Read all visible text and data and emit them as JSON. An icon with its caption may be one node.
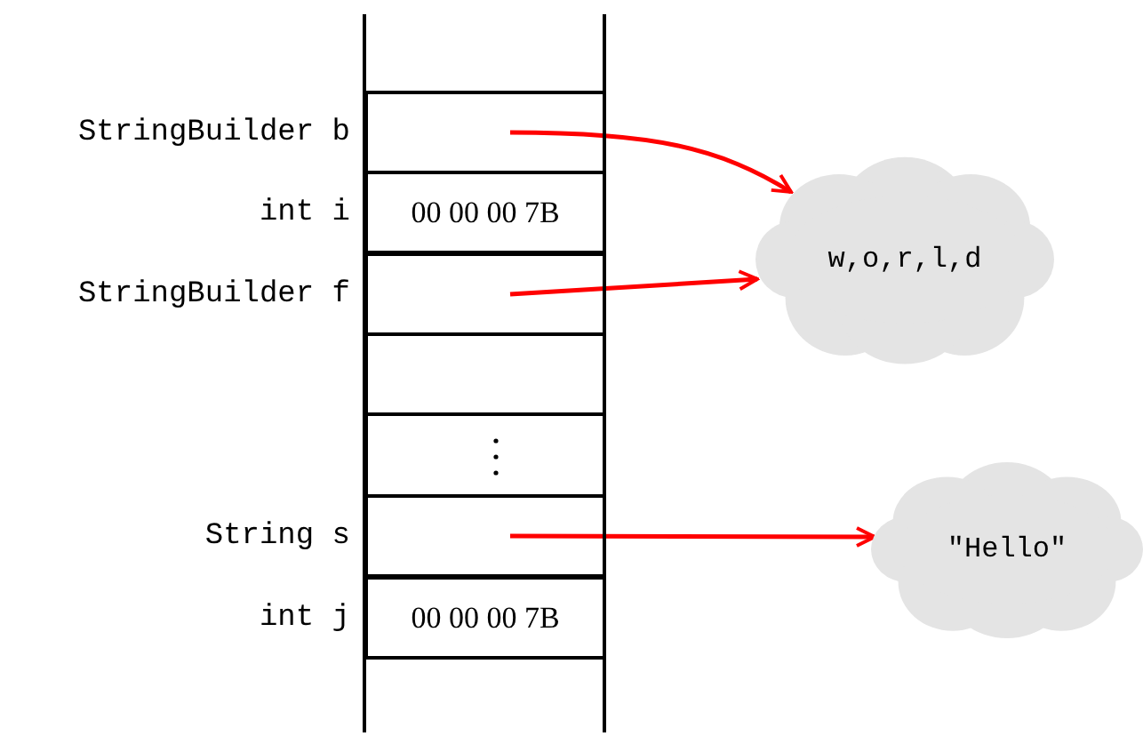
{
  "diagram": {
    "nodes": [
      {
        "text": [],
        "shape": "box",
        "beside": [
          "StringBuilder b"
        ]
      },
      {
        "text": [
          "00 00 00 7B"
        ],
        "beside": [
          "int i"
        ]
      },
      {
        "text": [],
        "shape": "box",
        "beside": [
          "StringBuilder f"
        ]
      },
      {
        "text": [],
        "shape": "box"
      },
      {
        "text": [],
        "shape": "box"
      },
      {
        "text": [],
        "shape": "box",
        "beside": [
          "String s"
        ]
      },
      {
        "text": [
          "00 00 00 7B"
        ],
        "beside": [
          "int j"
        ]
      },
      {
        "text": [
          "w,o,r,l,d"
        ]
      },
      {
        "text": [
          "\"Hello\""
        ]
      }
    ],
    "edges": [
      {
        "from": 0,
        "to": 7,
        "arrow": "to",
        "color": "#ff0000"
      },
      {
        "from": 2,
        "to": 7,
        "arrow": "to",
        "color": "#ff0000"
      },
      {
        "from": 5,
        "to": 8,
        "arrow": "to",
        "color": "#ff0000"
      }
    ]
  }
}
